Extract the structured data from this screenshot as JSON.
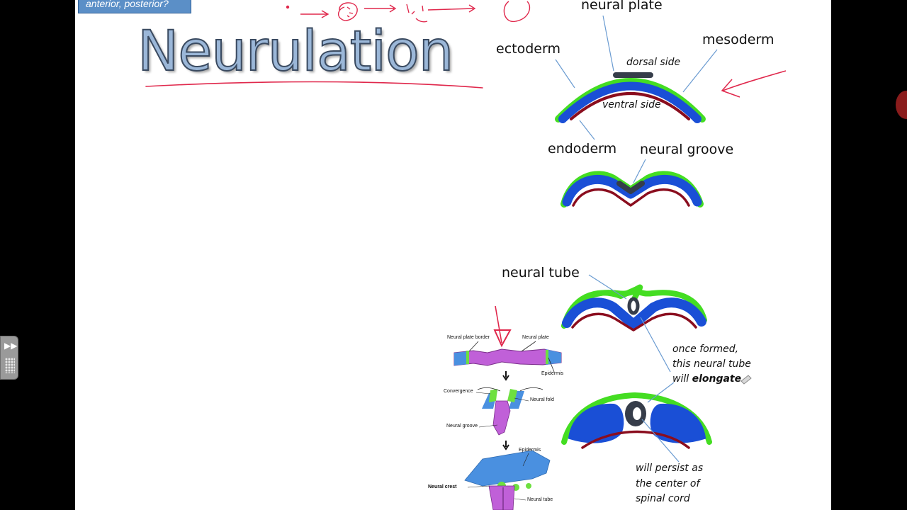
{
  "header_tag": "anterior, posterior?",
  "title": "Neurulation",
  "labels": {
    "neural_plate": "neural plate",
    "ectoderm": "ectoderm",
    "mesoderm": "mesoderm",
    "dorsal_side": "dorsal side",
    "ventral_side": "ventral side",
    "endoderm": "endoderm",
    "neural_groove": "neural groove",
    "neural_tube": "neural tube",
    "once_formed": "once formed,",
    "this_neural_tube": "this neural tube",
    "will": "will",
    "elongate": "elongate",
    "will_persist": "will persist as",
    "the_center_of": "the center of",
    "spinal_cord": "spinal cord"
  },
  "small_diagram": {
    "neural_plate_border": "Neural plate border",
    "neural_plate": "Neural plate",
    "epidermis_1": "Epidermis",
    "convergence": "Convergence",
    "neural_fold": "Neural fold",
    "neural_groove": "Neural groove",
    "epidermis_2": "Epidermis",
    "neural_crest": "Neural crest",
    "neural_tube": "Neural tube"
  },
  "colors": {
    "ectoderm_green": "#44dd22",
    "mesoderm_blue": "#1a4fd6",
    "endoderm_red": "#8a0d1e",
    "neural_dark": "#363d4a",
    "annotation_red": "#e0284c",
    "title_fill": "#9bb7d8"
  },
  "icons": [
    "fast-forward-icon",
    "grid-dots-icon"
  ]
}
